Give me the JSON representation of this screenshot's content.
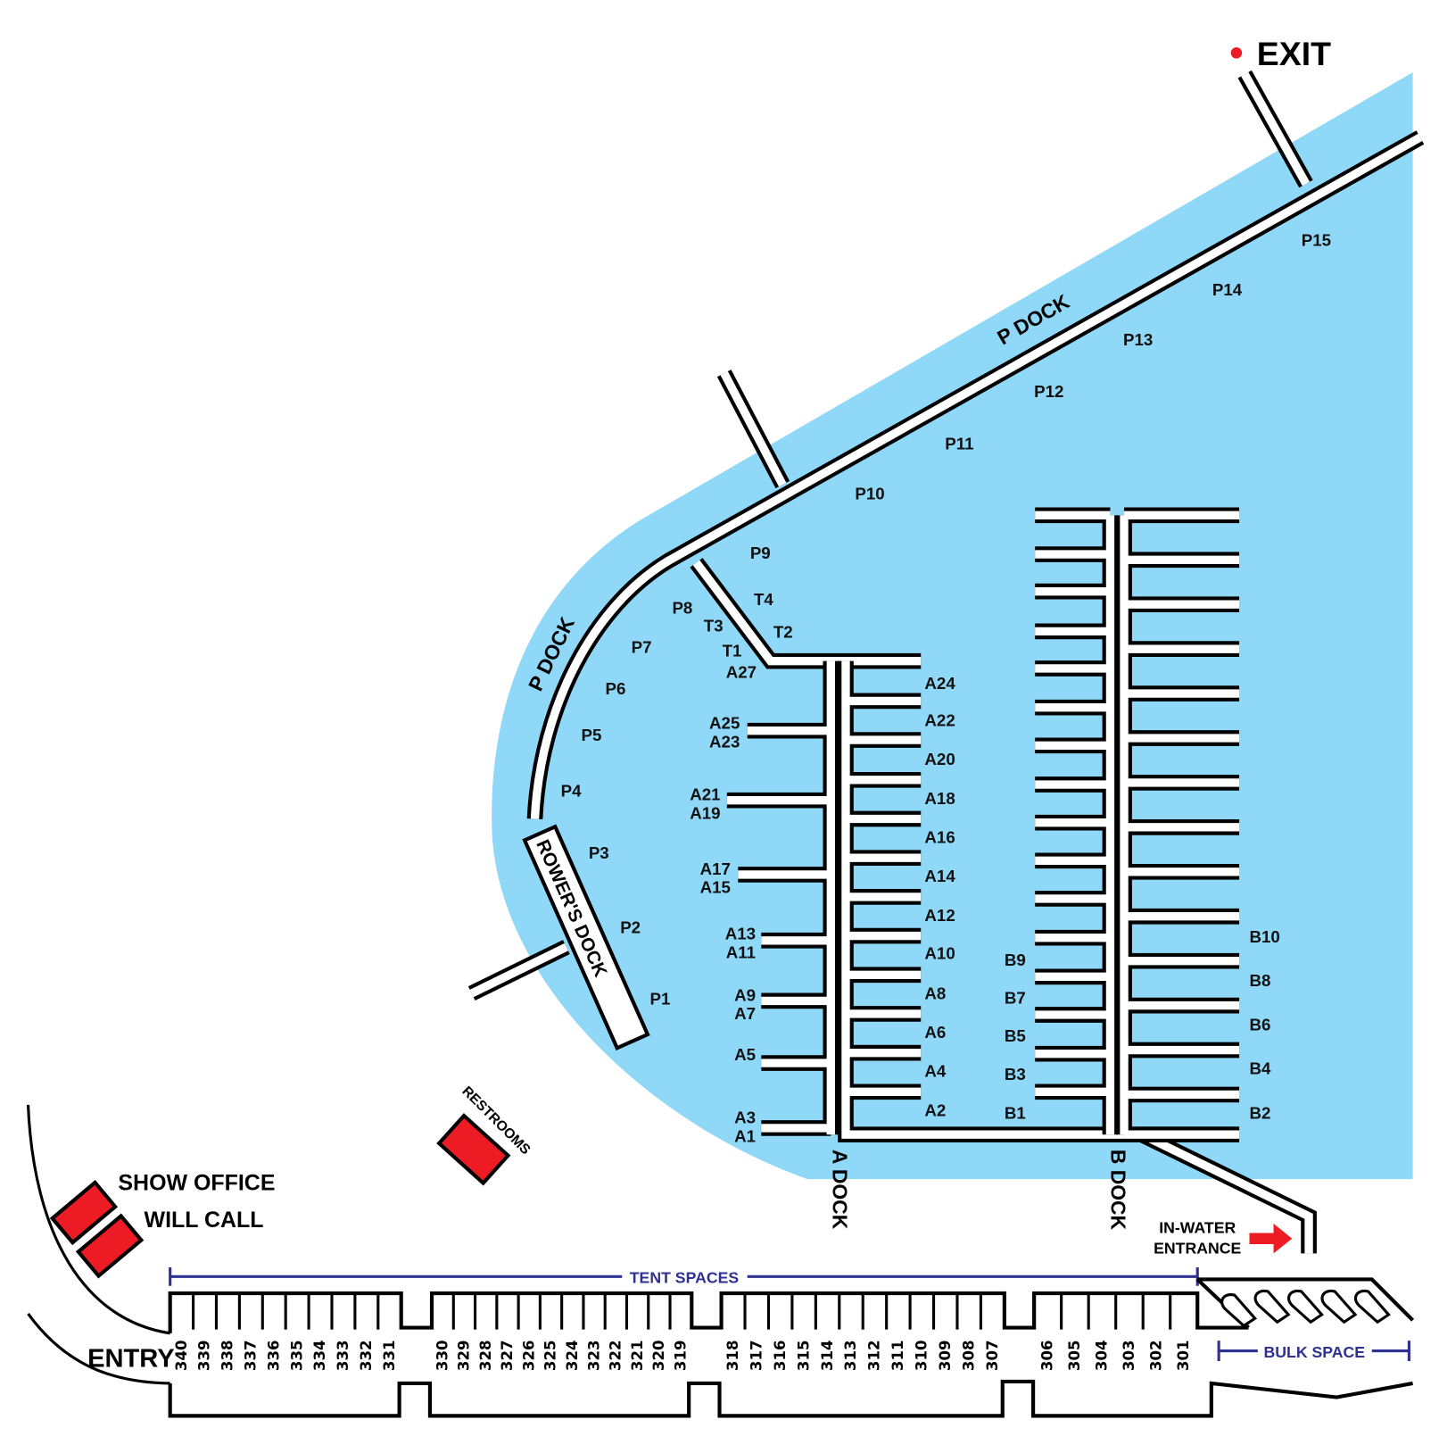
{
  "labels": {
    "exit": "EXIT",
    "entry": "ENTRY",
    "show_office": "SHOW OFFICE",
    "will_call": "WILL CALL",
    "restrooms": "RESTROOMS",
    "in_water_1": "IN-WATER",
    "in_water_2": "ENTRANCE",
    "tent_spaces": "TENT SPACES",
    "bulk_space": "BULK SPACE"
  },
  "docks": {
    "p_dock_upper": "P DOCK",
    "p_dock_lower": "P DOCK",
    "rowers_dock": "ROWER'S DOCK",
    "a_dock": "A DOCK",
    "b_dock": "B DOCK"
  },
  "slips": {
    "p": [
      "P1",
      "P2",
      "P3",
      "P4",
      "P5",
      "P6",
      "P7",
      "P8",
      "P9",
      "P10",
      "P11",
      "P12",
      "P13",
      "P14",
      "P15"
    ],
    "t": [
      "T1",
      "T2",
      "T3",
      "T4"
    ],
    "a_left": [
      "A27",
      "A25",
      "A23",
      "A21",
      "A19",
      "A17",
      "A15",
      "A13",
      "A11",
      "A9",
      "A7",
      "A5",
      "A3",
      "A1"
    ],
    "a_right": [
      "A24",
      "A22",
      "A20",
      "A18",
      "A16",
      "A14",
      "A12",
      "A10",
      "A8",
      "A6",
      "A4",
      "A2"
    ],
    "b_left": [
      "B9",
      "B7",
      "B5",
      "B3",
      "B1"
    ],
    "b_right": [
      "B10",
      "B8",
      "B6",
      "B4",
      "B2"
    ]
  },
  "tent_stalls": [
    "340",
    "339",
    "338",
    "337",
    "336",
    "335",
    "334",
    "333",
    "332",
    "331",
    "330",
    "329",
    "328",
    "327",
    "326",
    "325",
    "324",
    "323",
    "322",
    "321",
    "320",
    "319",
    "318",
    "317",
    "316",
    "315",
    "314",
    "313",
    "312",
    "311",
    "310",
    "309",
    "308",
    "307",
    "306",
    "305",
    "304",
    "303",
    "302",
    "301"
  ],
  "colors": {
    "water": "#8fd8f7",
    "building": "#ed1c24",
    "accent_blue": "#2e3192",
    "marker": "#ed1c24"
  }
}
